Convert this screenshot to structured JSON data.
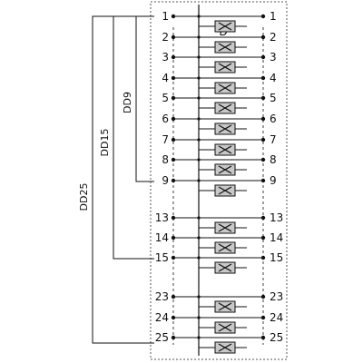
{
  "diagram": {
    "left_pins": [
      "1",
      "2",
      "3",
      "4",
      "5",
      "6",
      "7",
      "8",
      "9",
      "13",
      "14",
      "15",
      "23",
      "24",
      "25"
    ],
    "right_pins": [
      "1",
      "2",
      "3",
      "4",
      "5",
      "6",
      "7",
      "8",
      "9",
      "13",
      "14",
      "15",
      "23",
      "24",
      "25"
    ],
    "ground_label": "D",
    "brackets": [
      {
        "id": "dd9",
        "label": "DD9"
      },
      {
        "id": "dd15",
        "label": "DD15"
      },
      {
        "id": "dd25",
        "label": "DD25"
      }
    ],
    "colors": {
      "line": "#111111",
      "component_fill": "#c8c8c8",
      "frame": "#555555"
    }
  }
}
